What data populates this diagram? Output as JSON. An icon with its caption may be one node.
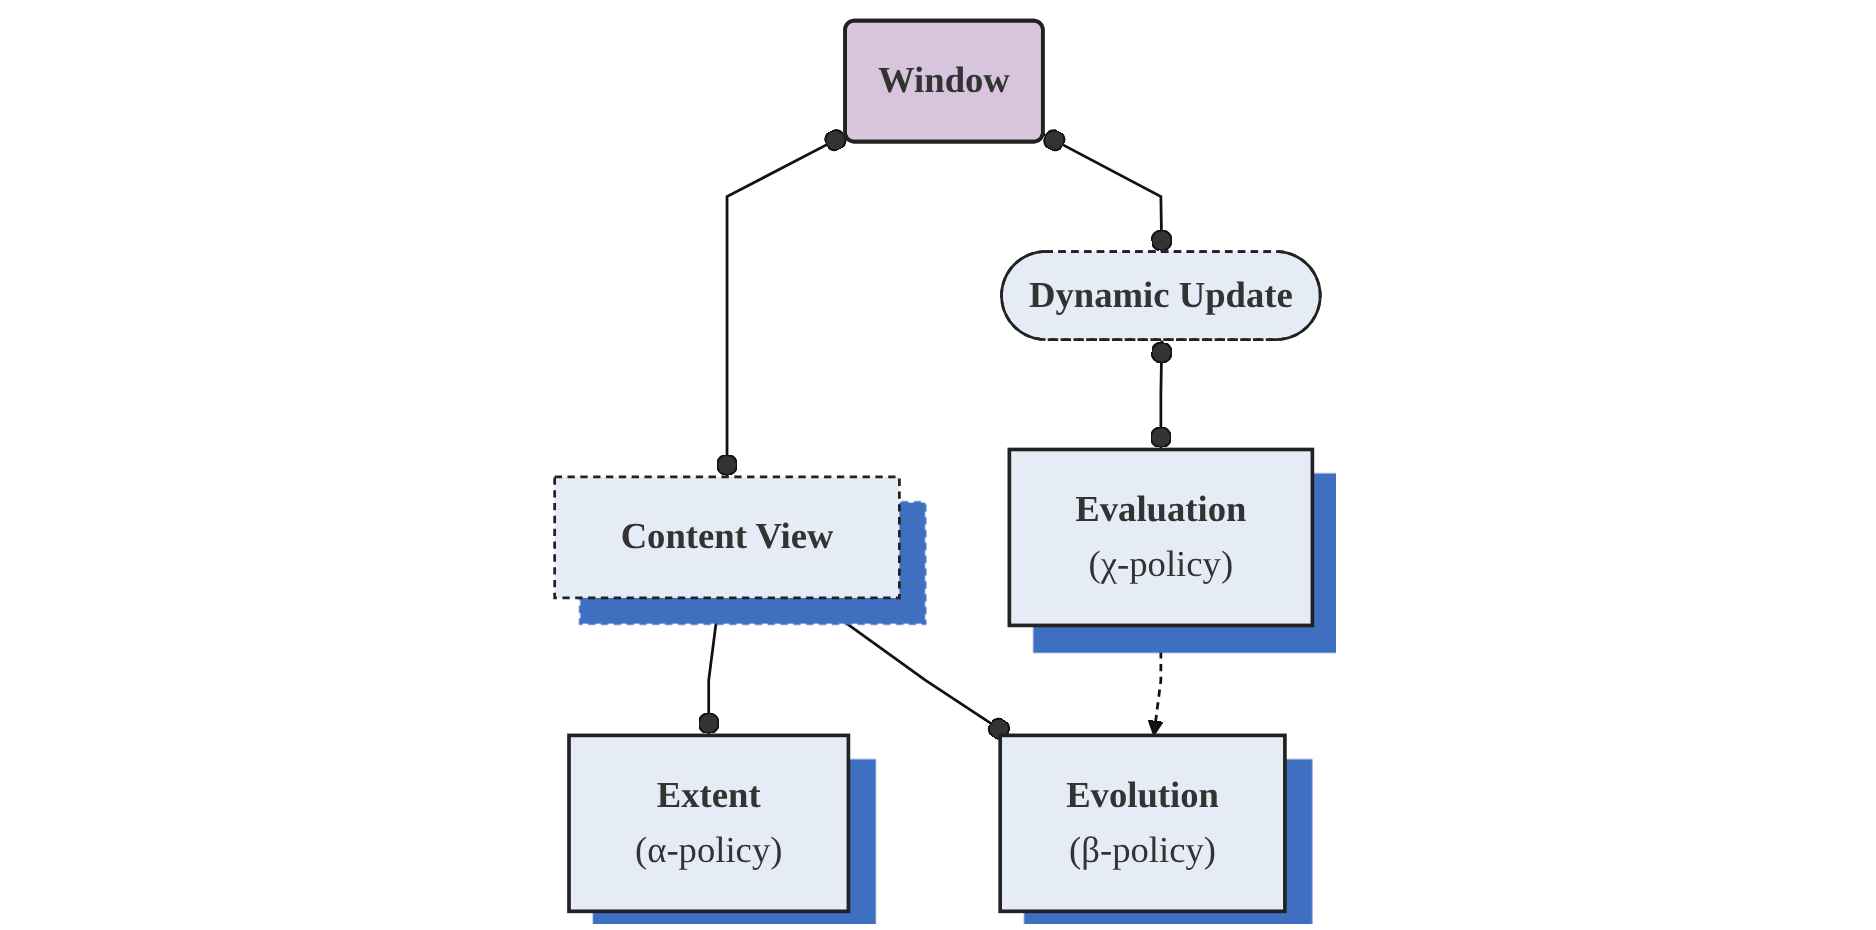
{
  "diagram": {
    "nodes": [
      {
        "text": [
          "Window"
        ]
      },
      {
        "text": [
          "Content View"
        ]
      },
      {
        "text": [
          "Dynamic Update"
        ]
      },
      {
        "text": [
          "Extent",
          "(α-policy)"
        ]
      },
      {
        "text": [
          "Evolution",
          "(β-policy)"
        ]
      },
      {
        "text": [
          "Evaluation",
          "(χ-policy)"
        ]
      }
    ],
    "edges": [
      {
        "from": 0,
        "to": 1,
        "arrow": "other"
      },
      {
        "from": 0,
        "to": 2,
        "arrow": "other"
      },
      {
        "from": 1,
        "to": 3,
        "arrow": "other"
      },
      {
        "from": 1,
        "to": 4,
        "arrow": "other"
      },
      {
        "from": 2,
        "to": 5,
        "arrow": "other"
      },
      {
        "from": 5,
        "to": 4,
        "arrow": "to",
        "style": "dashed"
      }
    ]
  }
}
